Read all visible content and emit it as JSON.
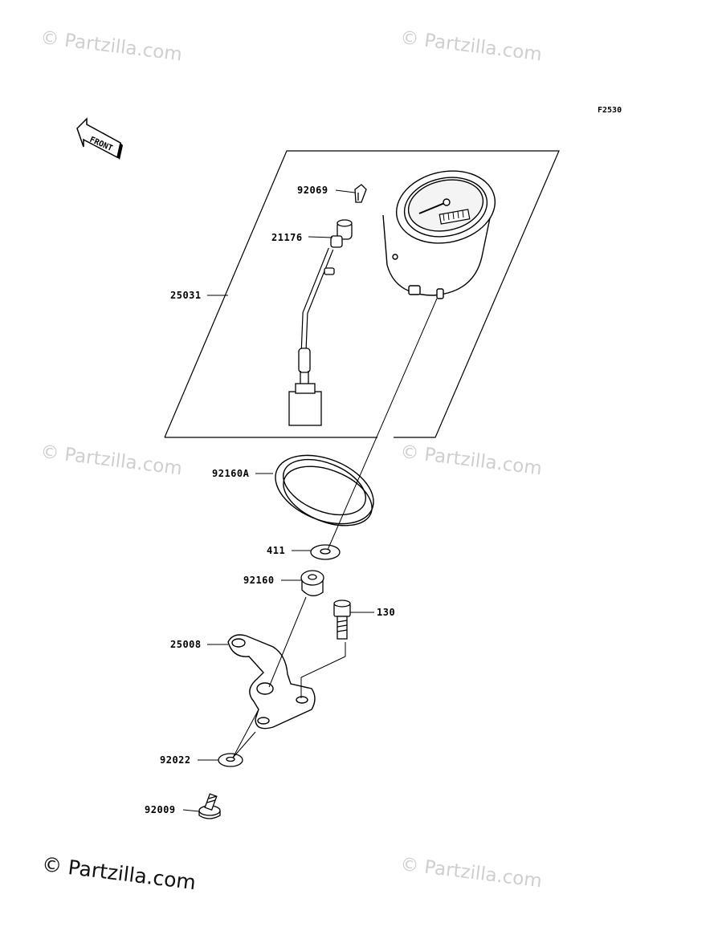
{
  "watermark": {
    "faint_text": "© Partzilla.com",
    "main_text": "© Partzilla.com"
  },
  "figure_code": "F2530",
  "front_arrow_label": "FRONT",
  "parts": {
    "p92069": "92069",
    "p21176": "21176",
    "p25031": "25031",
    "p92160A": "92160A",
    "p411": "411",
    "p92160": "92160",
    "p130": "130",
    "p25008": "25008",
    "p92022": "92022",
    "p92009": "92009"
  }
}
